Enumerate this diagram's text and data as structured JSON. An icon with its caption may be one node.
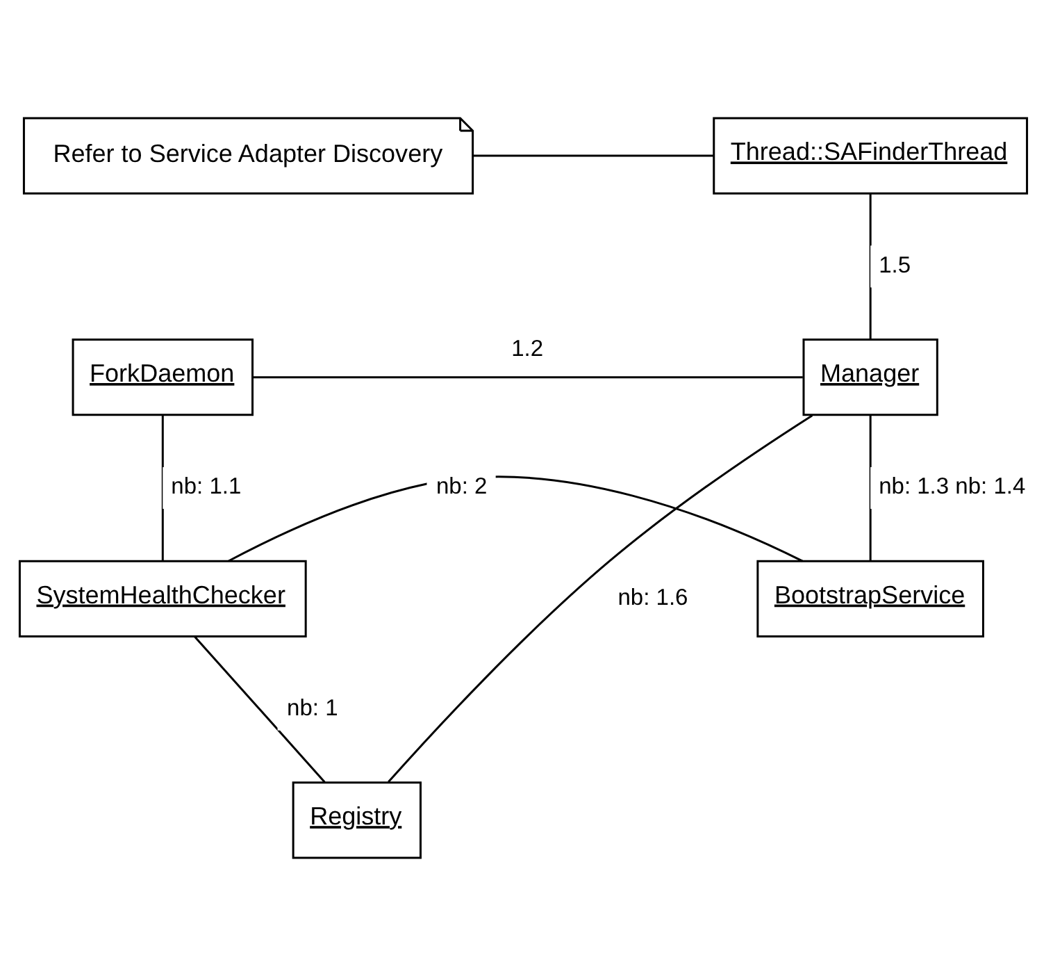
{
  "diagram": {
    "nodes": [
      {
        "text": [
          "Refer to Service Adapter Discovery"
        ]
      },
      {
        "text": [
          "Thread::SAFinderThread"
        ]
      },
      {
        "text": [
          "ForkDaemon"
        ]
      },
      {
        "text": [
          "Manager"
        ]
      },
      {
        "text": [
          "SystemHealthChecker"
        ]
      },
      {
        "text": [
          "BootstrapService"
        ]
      },
      {
        "text": [
          "Registry"
        ]
      }
    ],
    "edges": [
      {
        "from": 0,
        "to": 1,
        "arrow": "none"
      },
      {
        "from": 1,
        "to": 3,
        "arrow": "none",
        "label": "1.5"
      },
      {
        "from": 2,
        "to": 3,
        "arrow": "none",
        "label": "1.2"
      },
      {
        "from": 2,
        "to": 4,
        "arrow": "none",
        "label": "nb: 1.1"
      },
      {
        "from": 3,
        "to": 5,
        "arrow": "none",
        "label": "nb: 1.3 nb: 1.4"
      },
      {
        "from": 4,
        "to": 5,
        "arrow": "none",
        "label": "nb: 2"
      },
      {
        "from": 4,
        "to": 6,
        "arrow": "none",
        "label": "nb: 1"
      },
      {
        "from": 3,
        "to": 6,
        "arrow": "none",
        "label": "nb: 1.6"
      }
    ]
  }
}
